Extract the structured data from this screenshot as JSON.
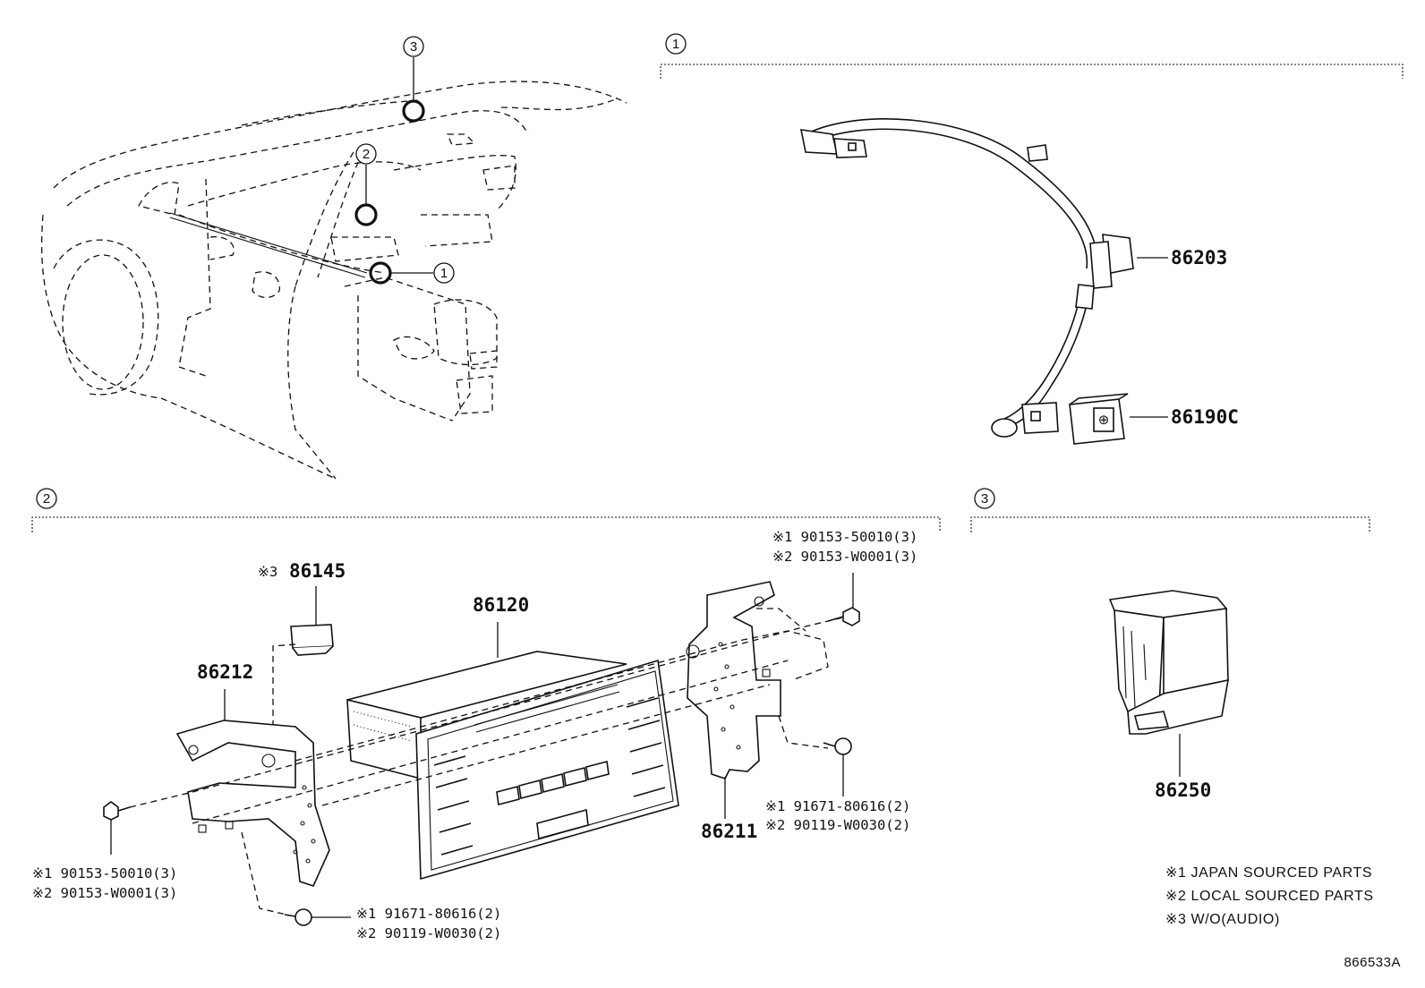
{
  "sections": {
    "s1": {
      "marker": "1"
    },
    "s2": {
      "marker": "2"
    },
    "s3": {
      "marker": "3"
    }
  },
  "overview": {
    "markers": [
      "3",
      "2",
      "1"
    ]
  },
  "parts": {
    "p86203": "86203",
    "p86190c": "86190C",
    "p86145_prefix": "※3",
    "p86145": "86145",
    "p86120": "86120",
    "p86212": "86212",
    "p86211": "86211",
    "p86250": "86250"
  },
  "fasteners": {
    "top_right_a": "※1 90153-50010(3)",
    "top_right_b": "※2 90153-W0001(3)",
    "mid_right_a": "※1 91671-80616(2)",
    "mid_right_b": "※2 90119-W0030(2)",
    "left_a": "※1 90153-50010(3)",
    "left_b": "※2 90153-W0001(3)",
    "bottom_a": "※1 91671-80616(2)",
    "bottom_b": "※2 90119-W0030(2)"
  },
  "legend": [
    "※1 JAPAN SOURCED PARTS",
    "※2 LOCAL SOURCED PARTS",
    "※3 W/O(AUDIO)"
  ],
  "reference": "866533A"
}
